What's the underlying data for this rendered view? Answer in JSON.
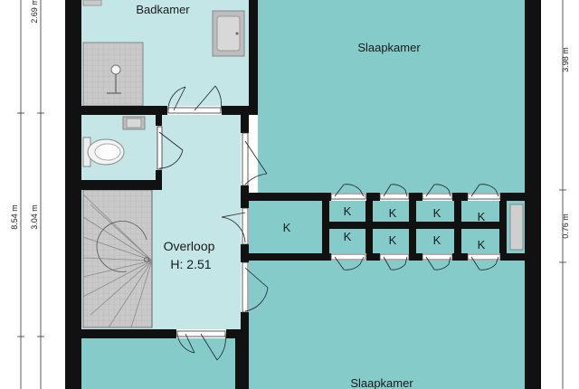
{
  "plan": {
    "rooms": {
      "badkamer": "Badkamer",
      "slaapkamer_top": "Slaapkamer",
      "slaapkamer_bottom": "Slaapkamer",
      "overloop": "Overloop",
      "overloop_height": "H: 2.51",
      "closet_label": "K"
    },
    "dimensions_left": {
      "total": "8.54 m",
      "top": "2.69 m",
      "middle": "3.04 m"
    },
    "dimensions_right": {
      "top": "3.98 m",
      "middle": "0.76 m"
    },
    "colors": {
      "wall": "#111111",
      "bedroom_floor": "#84cbc9",
      "wet_floor": "#c4e6e6",
      "stair_fill": "#c9c9c9",
      "dimension_line": "#333333"
    }
  }
}
